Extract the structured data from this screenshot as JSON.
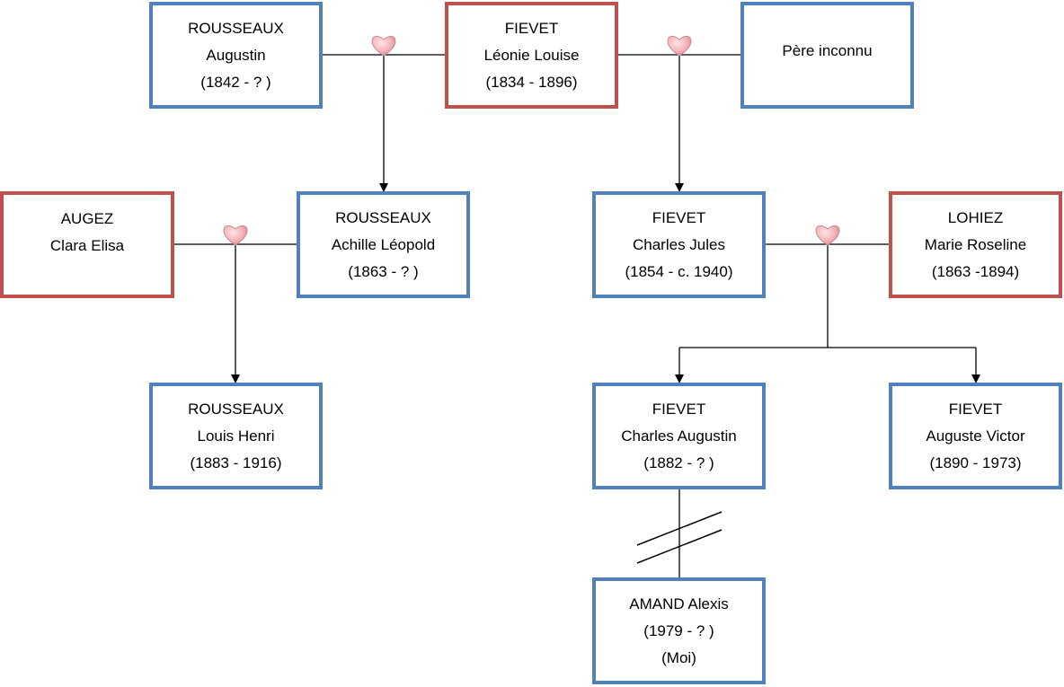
{
  "colors": {
    "male_border": "#4f81bd",
    "female_border": "#c0504d",
    "line": "#000000"
  },
  "icons": {
    "union": "heart-icon"
  },
  "people": [
    {
      "id": "rousseaux-augustin",
      "gender": "male",
      "lines": [
        "ROUSSEAUX",
        "Augustin",
        "(1842 - ? )"
      ]
    },
    {
      "id": "fievet-leonie",
      "gender": "female",
      "lines": [
        "FIEVET",
        "Léonie Louise",
        "(1834 - 1896)"
      ]
    },
    {
      "id": "pere-inconnu",
      "gender": "male",
      "lines": [
        "Père inconnu"
      ]
    },
    {
      "id": "augez-clara",
      "gender": "female",
      "lines": [
        "AUGEZ",
        "Clara Elisa"
      ]
    },
    {
      "id": "rousseaux-achille",
      "gender": "male",
      "lines": [
        "ROUSSEAUX",
        "Achille Léopold",
        "(1863 - ? )"
      ]
    },
    {
      "id": "fievet-charles-jules",
      "gender": "male",
      "lines": [
        "FIEVET",
        "Charles Jules",
        "(1854 - c. 1940)"
      ]
    },
    {
      "id": "lohiez-marie",
      "gender": "female",
      "lines": [
        "LOHIEZ",
        "Marie Roseline",
        "(1863 -1894)"
      ]
    },
    {
      "id": "rousseaux-louis",
      "gender": "male",
      "lines": [
        "ROUSSEAUX",
        "Louis Henri",
        "(1883 - 1916)"
      ]
    },
    {
      "id": "fievet-charles-augustin",
      "gender": "male",
      "lines": [
        "FIEVET",
        "Charles Augustin",
        "(1882 - ? )"
      ]
    },
    {
      "id": "fievet-auguste",
      "gender": "male",
      "lines": [
        "FIEVET",
        "Auguste Victor",
        "(1890 - 1973)"
      ]
    },
    {
      "id": "amand-alexis",
      "gender": "male",
      "lines": [
        "AMAND Alexis",
        "(1979 - ? )",
        "(Moi)"
      ]
    }
  ],
  "unions": [
    {
      "partners": [
        "rousseaux-augustin",
        "fievet-leonie"
      ],
      "children": [
        "rousseaux-achille"
      ]
    },
    {
      "partners": [
        "fievet-leonie",
        "pere-inconnu"
      ],
      "children": [
        "fievet-charles-jules"
      ]
    },
    {
      "partners": [
        "augez-clara",
        "rousseaux-achille"
      ],
      "children": [
        "rousseaux-louis"
      ]
    },
    {
      "partners": [
        "fievet-charles-jules",
        "lohiez-marie"
      ],
      "children": [
        "fievet-charles-augustin",
        "fievet-auguste"
      ]
    }
  ],
  "lineage_links": [
    {
      "from": "fievet-charles-augustin",
      "to": "amand-alexis",
      "kind": "generations-omitted"
    }
  ]
}
